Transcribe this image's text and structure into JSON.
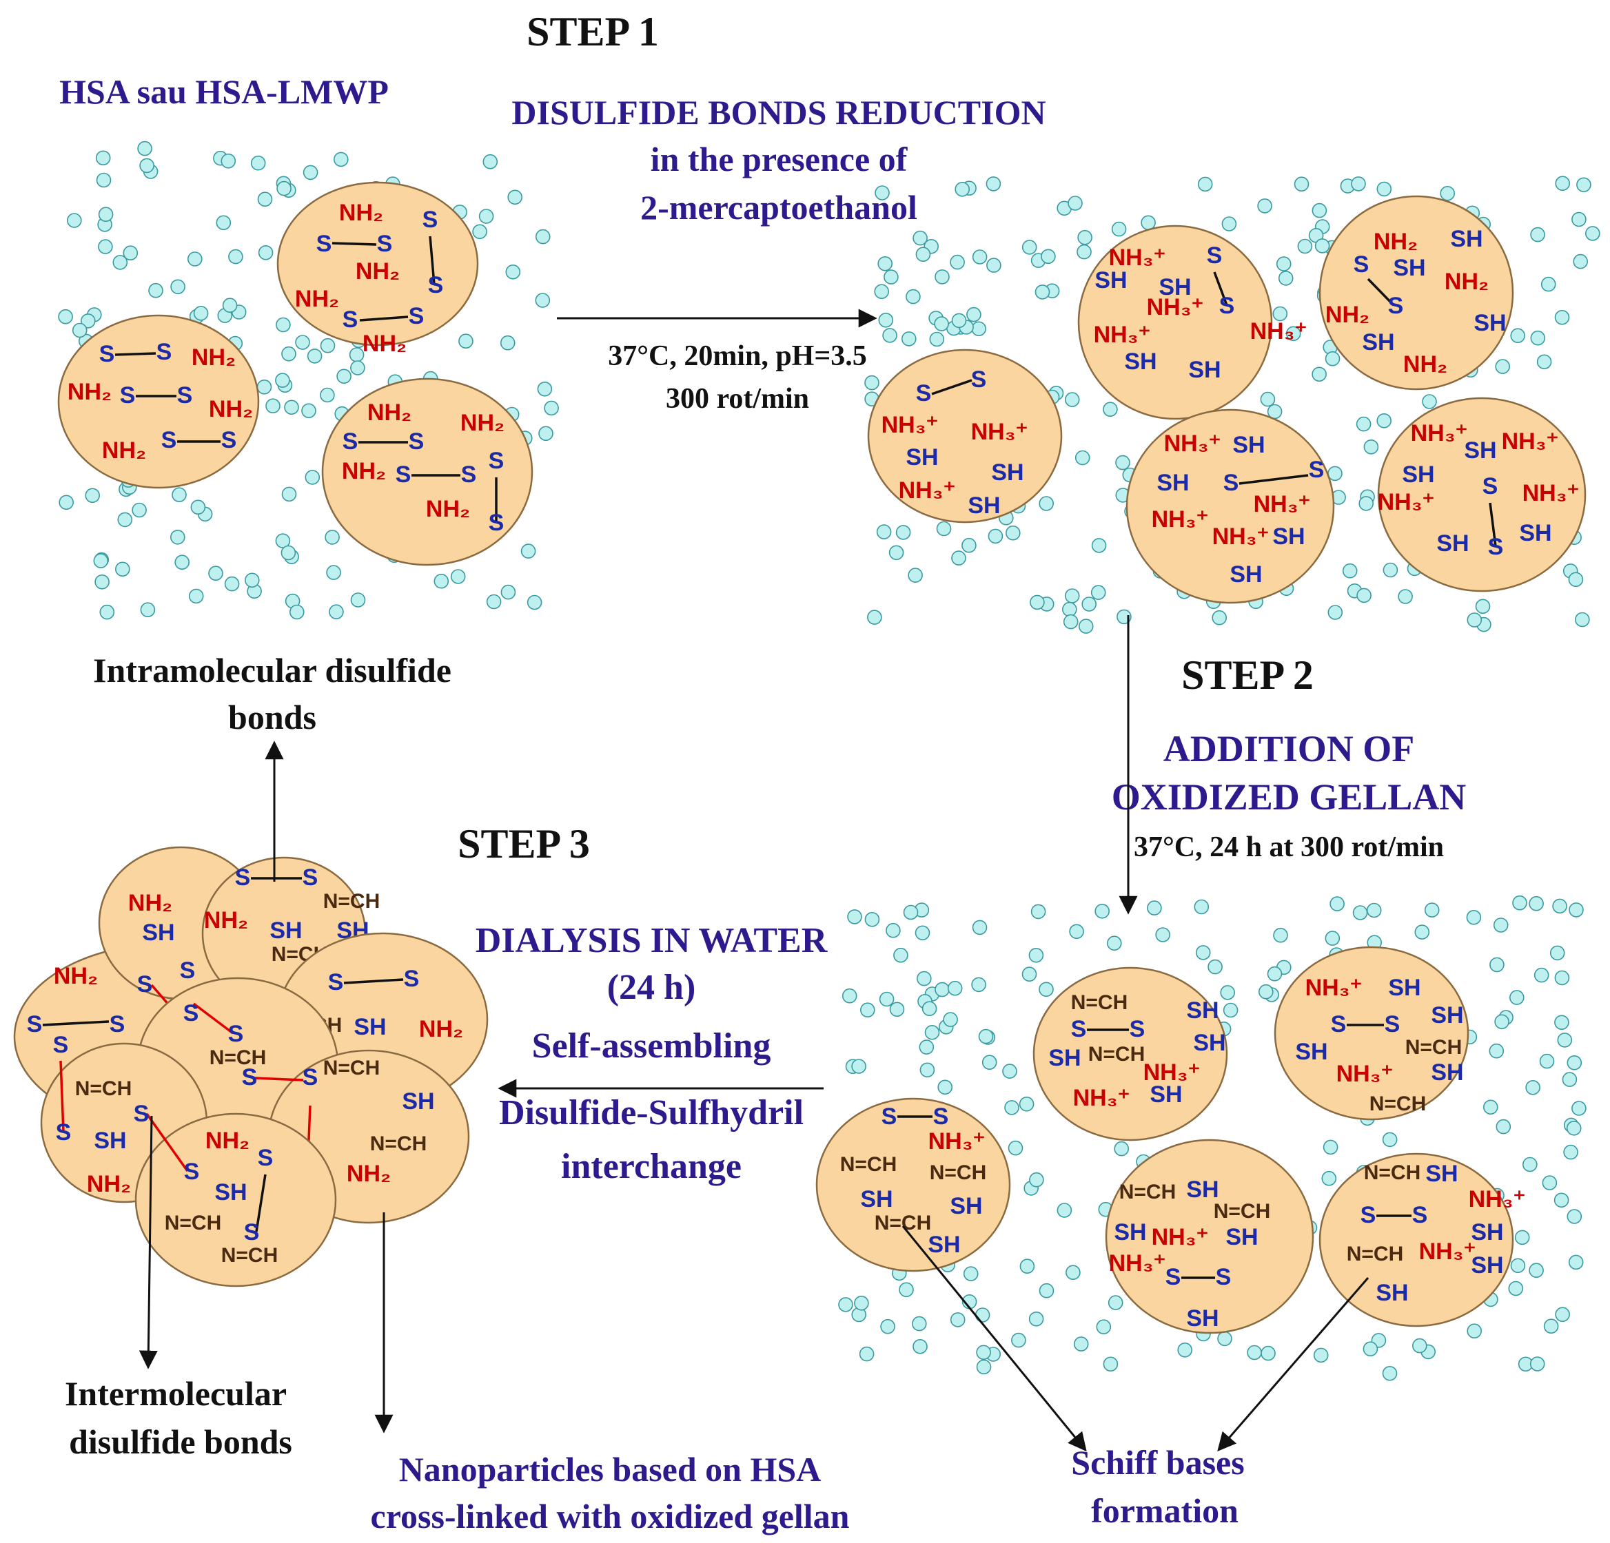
{
  "step1": {
    "title": "STEP 1",
    "start_label": "HSA sau HSA-LMWP",
    "process_lines": [
      "DISULFIDE BONDS REDUCTION",
      "in the presence of",
      "2-mercaptoethanol"
    ],
    "condition_lines": [
      "37°C, 20min, pH=3.5",
      "300 rot/min"
    ]
  },
  "step2": {
    "title": "STEP 2",
    "process_lines": [
      "ADDITION OF",
      "OXIDIZED GELLAN"
    ],
    "condition": "37°C, 24 h at 300 rot/min"
  },
  "step3": {
    "title": "STEP 3",
    "process_lines": [
      "DIALYSIS IN WATER",
      "(24 h)",
      "Self-assembling",
      "Disulfide-Sulfhydril",
      "interchange"
    ]
  },
  "annotations": {
    "intramolecular": [
      "Intramolecular disulfide",
      "bonds"
    ],
    "intermolecular": [
      "Intermolecular",
      "disulfide bonds"
    ],
    "nanoparticles": [
      "Nanoparticles based on HSA",
      "cross-linked with oxidized gellan"
    ],
    "schiff": [
      "Schiff bases",
      "formation"
    ]
  },
  "colors": {
    "particle_fill": "#fad5a0",
    "particle_stroke": "#8a6a40",
    "water_dot_fill": "#bff0f0",
    "water_dot_stroke": "#3a9aa0",
    "amine_red": "#c80000",
    "thiol_blue": "#1a2aa8",
    "imine_brown": "#4a2a10",
    "intermolecular_bond_red": "#e00000",
    "title_purple": "#2e1a8c"
  },
  "chem": {
    "nh2": "NH₂",
    "nh3": "NH₃⁺",
    "sh": "SH",
    "s": "S",
    "ncH": "N=CH"
  }
}
